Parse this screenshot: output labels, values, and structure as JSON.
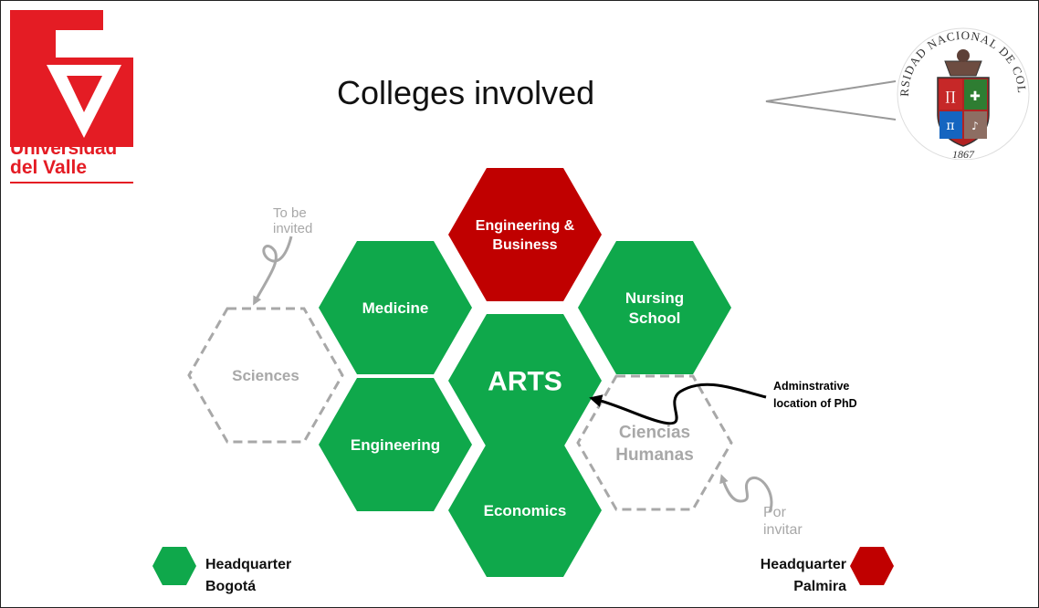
{
  "title": "Colleges involved",
  "logos": {
    "univalle_line1": "Universidad",
    "univalle_line2": "del Valle",
    "unal_text": "UNIVERSIDAD NACIONAL DE COLOMBIA",
    "unal_year": "1867"
  },
  "colors": {
    "bogota_green": "#0fa84b",
    "palmira_red": "#c00000",
    "invited_grey": "#a8a8a8",
    "logo_red": "#e41c24"
  },
  "hexagons": [
    {
      "id": "engineering-business",
      "lines": [
        "Engineering &",
        "Business"
      ],
      "status": "palmira"
    },
    {
      "id": "medicine",
      "lines": [
        "Medicine"
      ],
      "status": "bogota"
    },
    {
      "id": "nursing-school",
      "lines": [
        "Nursing",
        "School"
      ],
      "status": "bogota"
    },
    {
      "id": "arts",
      "lines": [
        "ARTS"
      ],
      "status": "bogota"
    },
    {
      "id": "engineering",
      "lines": [
        "Engineering"
      ],
      "status": "bogota"
    },
    {
      "id": "economics",
      "lines": [
        "Economics"
      ],
      "status": "bogota"
    },
    {
      "id": "sciences",
      "lines": [
        "Sciences"
      ],
      "status": "invited"
    },
    {
      "id": "ciencias-humanas",
      "lines": [
        "Ciencias",
        "Humanas"
      ],
      "status": "invited"
    }
  ],
  "annotations": {
    "to_be_invited": [
      "To be",
      "invited"
    ],
    "por_invitar": [
      "Por",
      "invitar"
    ],
    "admin_location": [
      "Adminstrative",
      "location of PhD"
    ]
  },
  "legend": {
    "bogota": [
      "Headquarter",
      "Bogotá"
    ],
    "palmira": [
      "Headquarter",
      "Palmira"
    ]
  }
}
